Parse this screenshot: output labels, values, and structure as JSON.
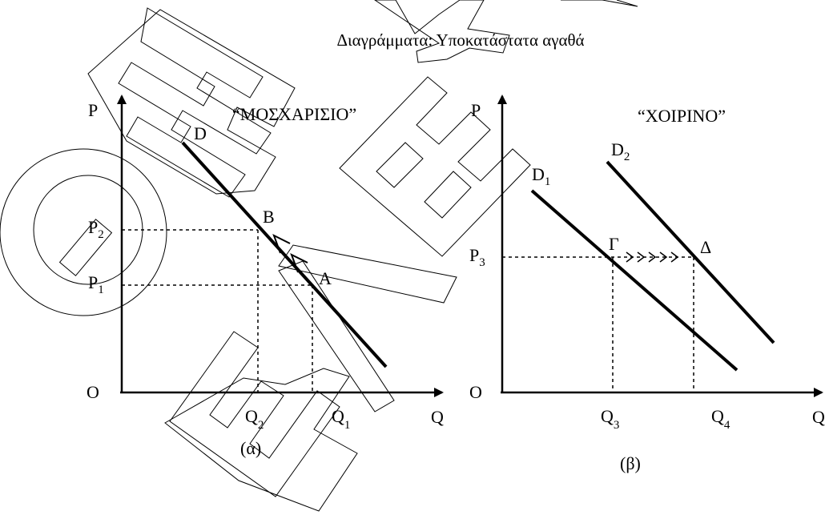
{
  "title": "Διαγράμματα: Υποκατάστατα αγαθά",
  "colors": {
    "ink": "#000000",
    "background": "#ffffff"
  },
  "panel_a": {
    "heading": "“ΜΟΣΧΑΡΙΣΙΟ”",
    "caption": "(α)",
    "y_axis_label": "P",
    "x_axis_label": "Q",
    "origin_label": "O",
    "curve_label": "D",
    "point_b": "B",
    "point_a": "A",
    "p2": {
      "main": "P",
      "sub": "2"
    },
    "p1": {
      "main": "P",
      "sub": "1"
    },
    "q2": {
      "main": "Q",
      "sub": "2"
    },
    "q1": {
      "main": "Q",
      "sub": "1"
    }
  },
  "panel_b": {
    "heading": "“ΧΟΙΡΙΝΟ”",
    "caption": "(β)",
    "y_axis_label": "P",
    "x_axis_label": "Q",
    "origin_label": "O",
    "d1": {
      "main": "D",
      "sub": "1"
    },
    "d2": {
      "main": "D",
      "sub": "2"
    },
    "point_gamma": "Γ",
    "point_delta": "Δ",
    "p3": {
      "main": "P",
      "sub": "3"
    },
    "q3": {
      "main": "Q",
      "sub": "3"
    },
    "q4": {
      "main": "Q",
      "sub": "4"
    }
  }
}
